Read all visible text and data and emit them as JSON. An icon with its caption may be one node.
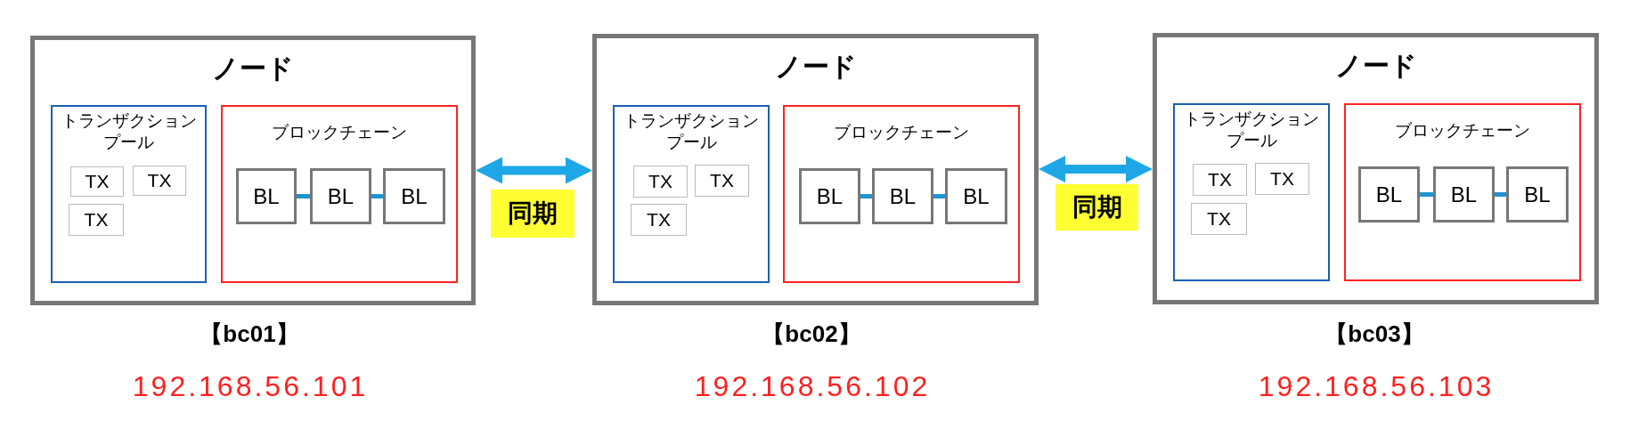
{
  "diagram": {
    "nodes": [
      {
        "text": [
          "ノード"
        ],
        "beside": [
          "【bc01】",
          "192.168.56.101"
        ]
      },
      {
        "text": [
          "トランザクションプール"
        ],
        "in": 0
      },
      {
        "text": [
          "TX"
        ],
        "in": 1
      },
      {
        "text": [
          "TX"
        ],
        "in": 1
      },
      {
        "text": [
          "TX"
        ],
        "in": 1
      },
      {
        "text": [
          "ブロックチェーン"
        ],
        "in": 0
      },
      {
        "text": [
          "BL"
        ],
        "in": 5
      },
      {
        "text": [
          "BL"
        ],
        "in": 5
      },
      {
        "text": [
          "BL"
        ],
        "in": 5
      },
      {
        "text": [
          "ノード"
        ],
        "beside": [
          "【bc02】",
          "192.168.56.102"
        ]
      },
      {
        "text": [
          "トランザクションプール"
        ],
        "in": 9
      },
      {
        "text": [
          "TX"
        ],
        "in": 10
      },
      {
        "text": [
          "TX"
        ],
        "in": 10
      },
      {
        "text": [
          "TX"
        ],
        "in": 10
      },
      {
        "text": [
          "ブロックチェーン"
        ],
        "in": 9
      },
      {
        "text": [
          "BL"
        ],
        "in": 14
      },
      {
        "text": [
          "BL"
        ],
        "in": 14
      },
      {
        "text": [
          "BL"
        ],
        "in": 14
      },
      {
        "text": [
          "ノード"
        ],
        "beside": [
          "【bc03】",
          "192.168.56.103"
        ]
      },
      {
        "text": [
          "トランザクションプール"
        ],
        "in": 18
      },
      {
        "text": [
          "TX"
        ],
        "in": 19
      },
      {
        "text": [
          "TX"
        ],
        "in": 19
      },
      {
        "text": [
          "TX"
        ],
        "in": 19
      },
      {
        "text": [
          "ブロックチェーン"
        ],
        "in": 18
      },
      {
        "text": [
          "BL"
        ],
        "in": 23
      },
      {
        "text": [
          "BL"
        ],
        "in": 23
      },
      {
        "text": [
          "BL"
        ],
        "in": 23
      }
    ],
    "edges": [
      {
        "from": 6,
        "to": 7,
        "arrow": "none"
      },
      {
        "from": 7,
        "to": 8,
        "arrow": "none"
      },
      {
        "from": 0,
        "to": 9,
        "arrow": "both",
        "label": "同期",
        "style": "thick",
        "color": "#1ea7e6"
      },
      {
        "from": 15,
        "to": 16,
        "arrow": "none"
      },
      {
        "from": 16,
        "to": 17,
        "arrow": "none"
      },
      {
        "from": 9,
        "to": 18,
        "arrow": "both",
        "label": "同期",
        "style": "thick",
        "color": "#1ea7e6"
      },
      {
        "from": 24,
        "to": 25,
        "arrow": "none"
      },
      {
        "from": 25,
        "to": 26,
        "arrow": "none"
      }
    ]
  }
}
